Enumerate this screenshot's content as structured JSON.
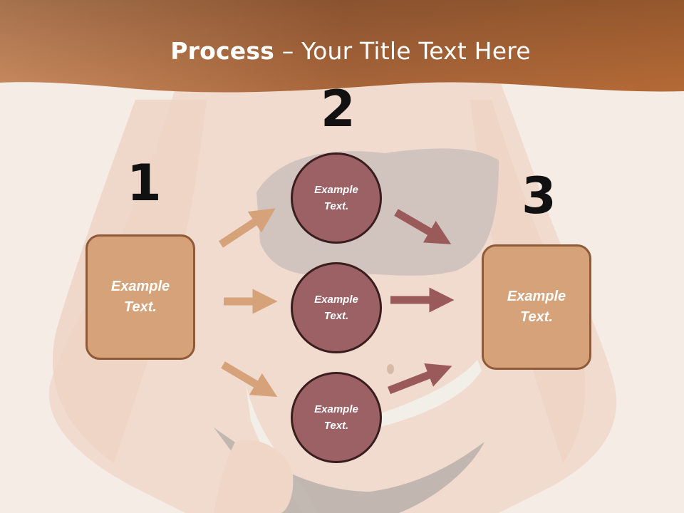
{
  "title": {
    "bold": "Process",
    "rest": " – Your Title Text Here"
  },
  "steps": {
    "one": "1",
    "two": "2",
    "three": "3"
  },
  "boxes": {
    "left": "Example\nText.",
    "right": "Example\nText."
  },
  "circles": {
    "top": "Example\nText.",
    "middle": "Example\nText.",
    "bottom": "Example\nText."
  },
  "colors": {
    "header": "#b06a3a",
    "box_fill": "#d6a27a",
    "circle_fill": "#9b6164",
    "arrow_left": "#d6a27a",
    "arrow_right": "#9b5a5a"
  }
}
